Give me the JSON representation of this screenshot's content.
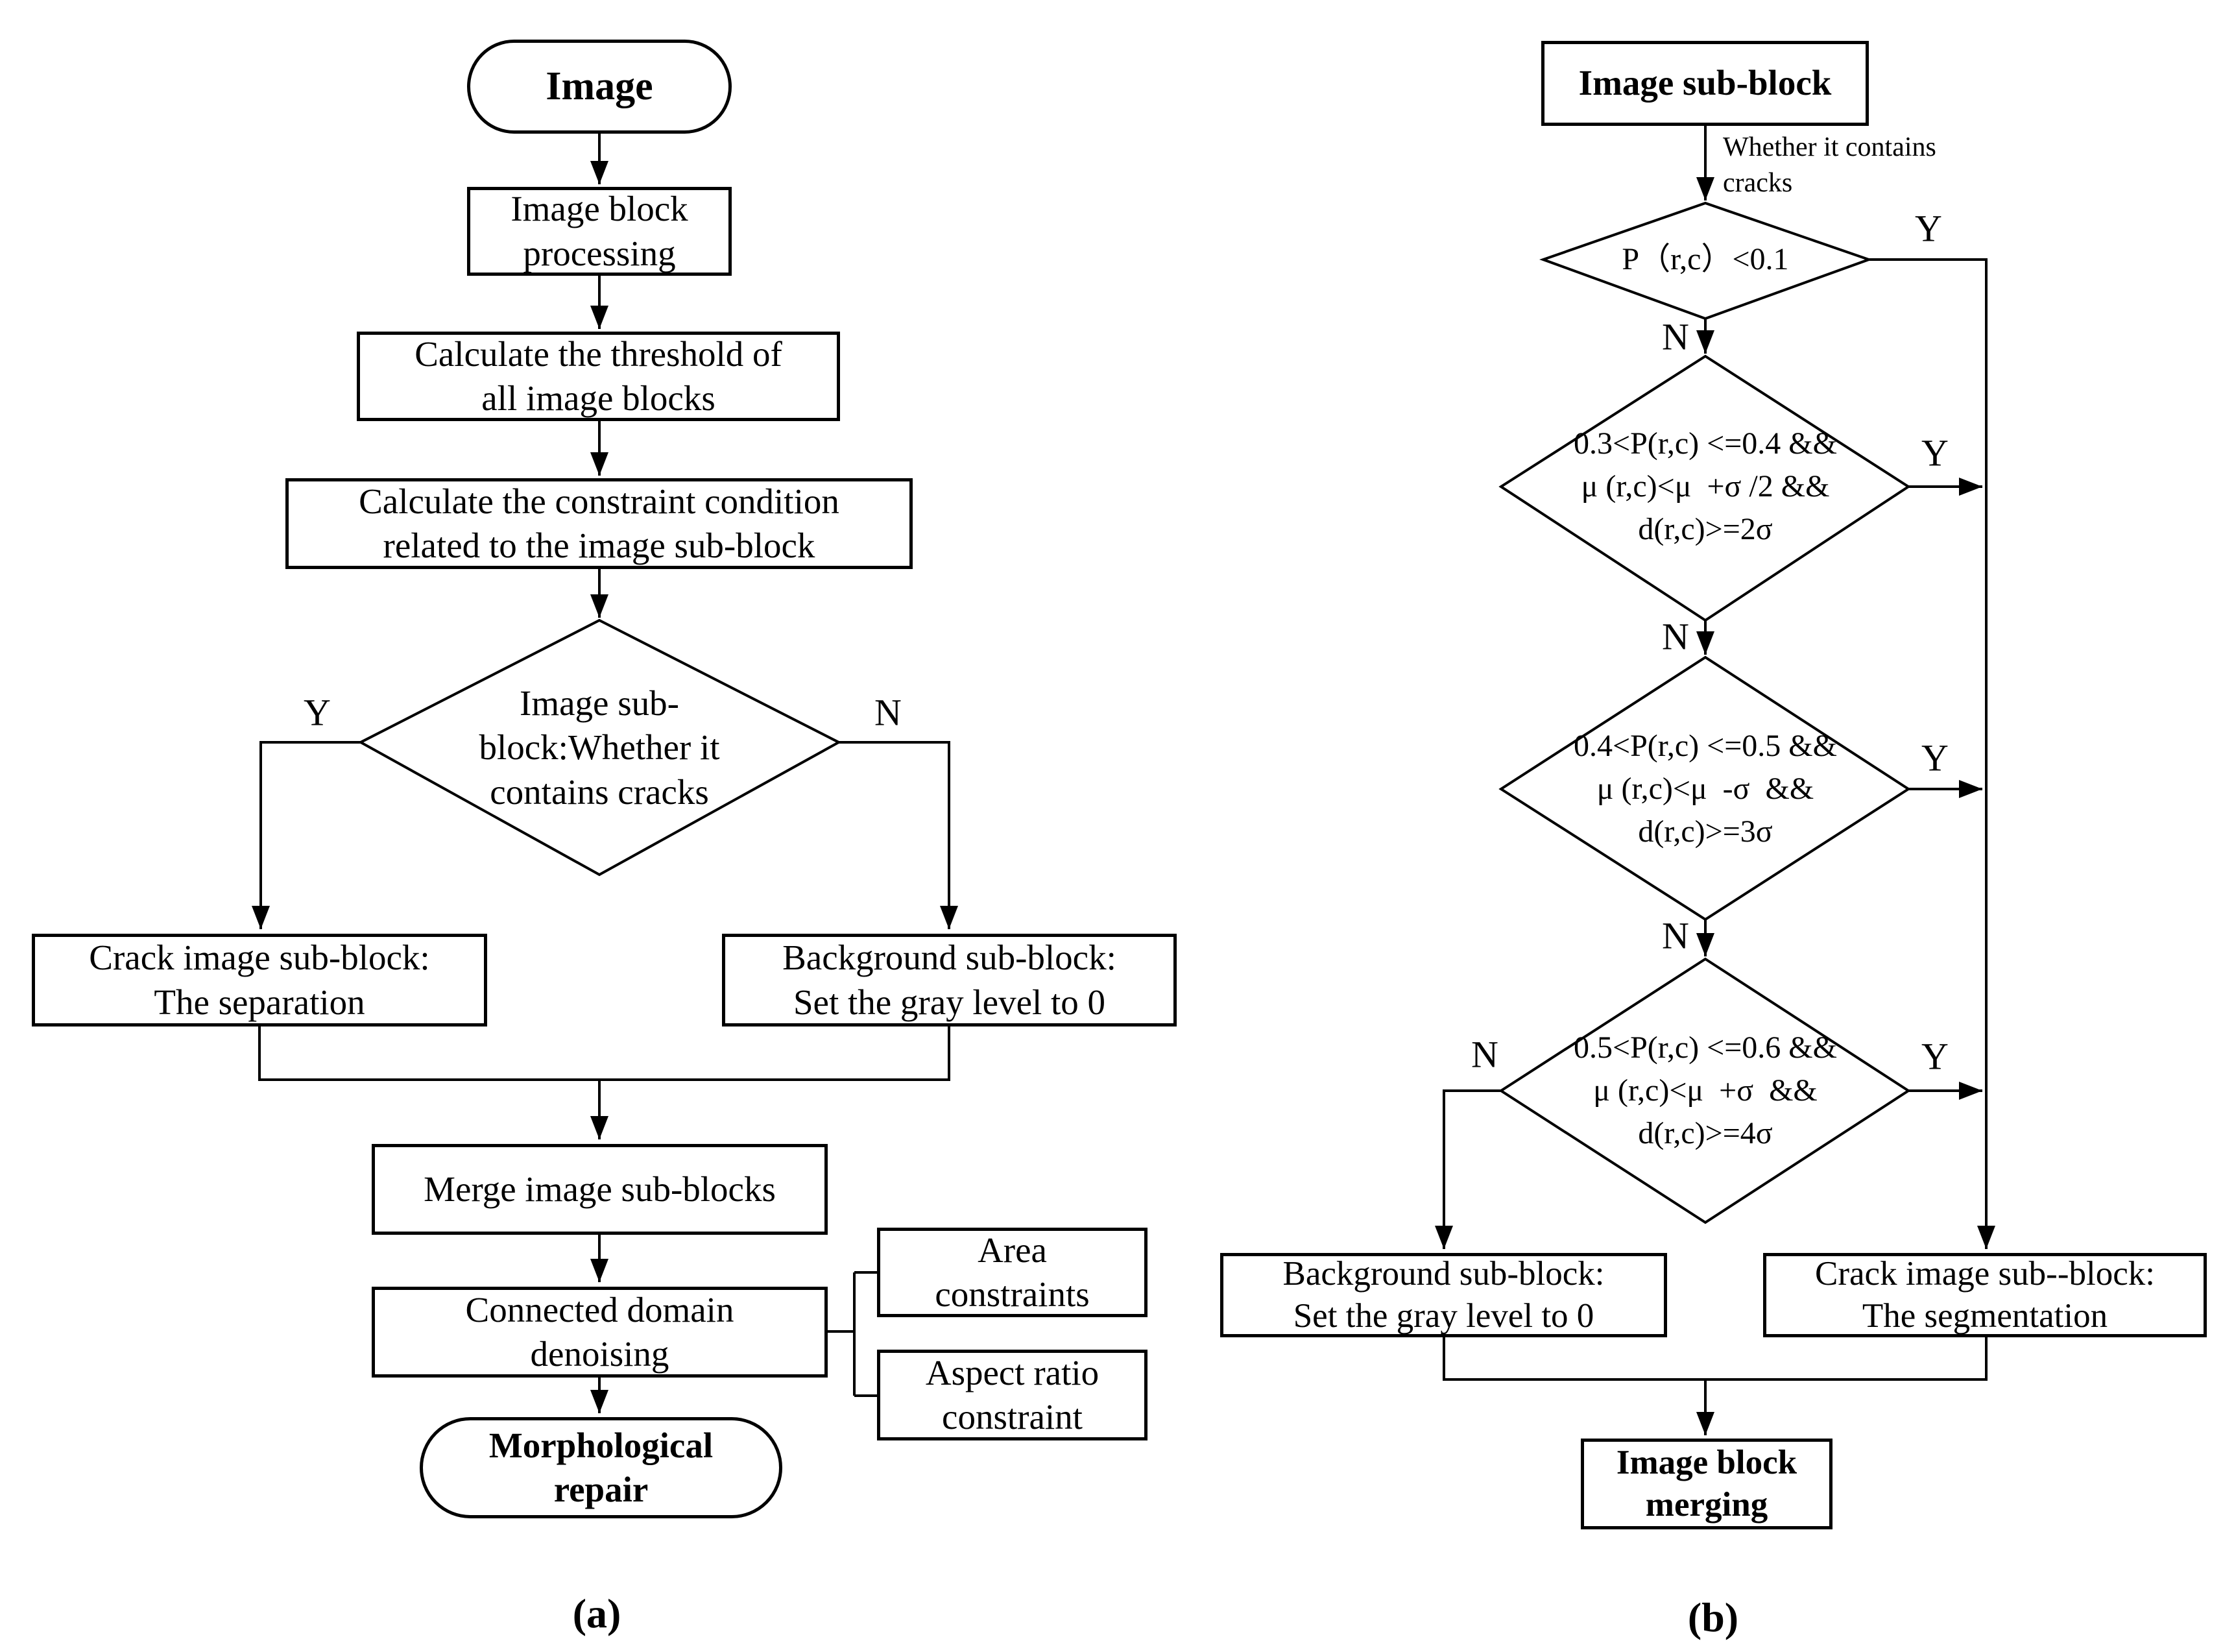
{
  "page": {
    "background": "#ffffff",
    "line_color": "#000000"
  },
  "labels": {
    "yes": "Y",
    "no": "N"
  },
  "chart_a": {
    "caption": "(a)",
    "start": "Image",
    "block_processing": [
      "Image block",
      "processing"
    ],
    "threshold": [
      "Calculate the threshold of",
      "all image blocks"
    ],
    "constraint": [
      "Calculate the constraint condition",
      "related to the image sub-block"
    ],
    "decision": [
      "Image sub-",
      "block:Whether it",
      "contains cracks"
    ],
    "crack": [
      "Crack image sub-block:",
      "The separation"
    ],
    "background": [
      "Background sub-block:",
      "Set the gray level to 0"
    ],
    "merge": "Merge image sub-blocks",
    "denoise": [
      "Connected domain",
      "denoising"
    ],
    "area": [
      "Area",
      "constraints"
    ],
    "aspect": [
      "Aspect ratio",
      "constraint"
    ],
    "repair": [
      "Morphological",
      "repair"
    ]
  },
  "chart_b": {
    "caption": "(b)",
    "start": "Image sub-block",
    "start_note": [
      "Whether it contains",
      "cracks"
    ],
    "d1": "P（r,c）<0.1",
    "d2": [
      "0.3<P(r,c) <=0.4 &&",
      "μ (r,c)<μ  +σ /2 &&",
      "d(r,c)>=2σ"
    ],
    "d3": [
      "0.4<P(r,c) <=0.5 &&",
      "μ (r,c)<μ  -σ  &&",
      "d(r,c)>=3σ"
    ],
    "d4": [
      "0.5<P(r,c) <=0.6 &&",
      "μ (r,c)<μ  +σ  &&",
      "d(r,c)>=4σ"
    ],
    "background": [
      "Background sub-block:",
      "Set the gray level to 0"
    ],
    "crack": [
      "Crack image sub--block:",
      "The segmentation"
    ],
    "merging": [
      "Image block",
      "merging"
    ]
  }
}
